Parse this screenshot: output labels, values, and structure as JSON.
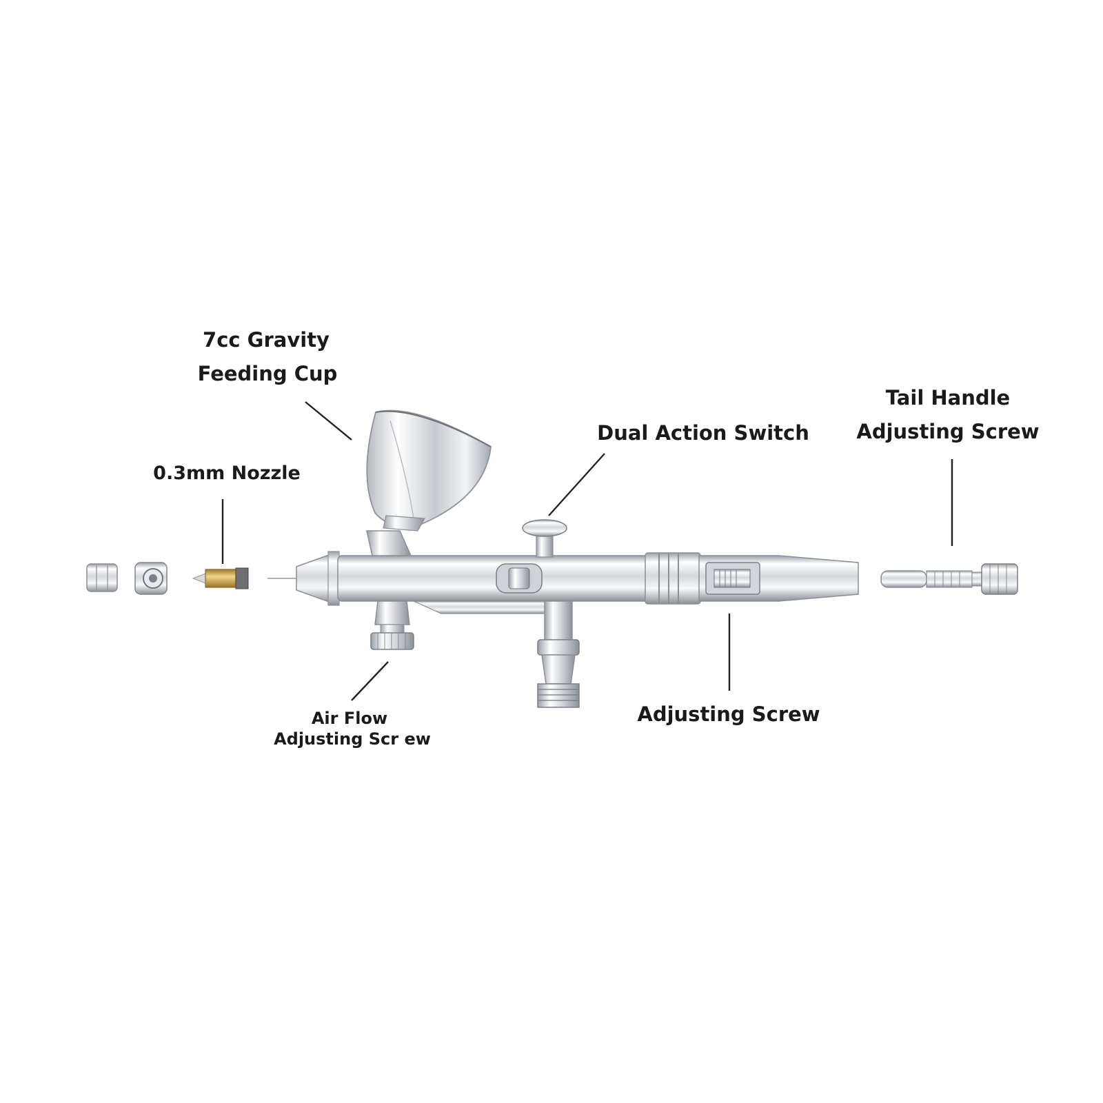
{
  "labels": {
    "cup": {
      "line1": "7cc Gravity",
      "line2": "Feeding Cup"
    },
    "nozzle": "0.3mm Nozzle",
    "dual_action": "Dual Action Switch",
    "tail": {
      "line1": "Tail Handle",
      "line2": "Adjusting Screw"
    },
    "air_flow": {
      "line1": "Air  Flow",
      "line2": "Adjusting Scr ew"
    },
    "adjusting": "Adjusting Screw"
  },
  "colors": {
    "chrome_light": "#f4f5f7",
    "chrome_mid": "#c9ccd2",
    "chrome_dark": "#8e939b",
    "brass": "#c9a24a",
    "text": "#1a1a1a"
  }
}
